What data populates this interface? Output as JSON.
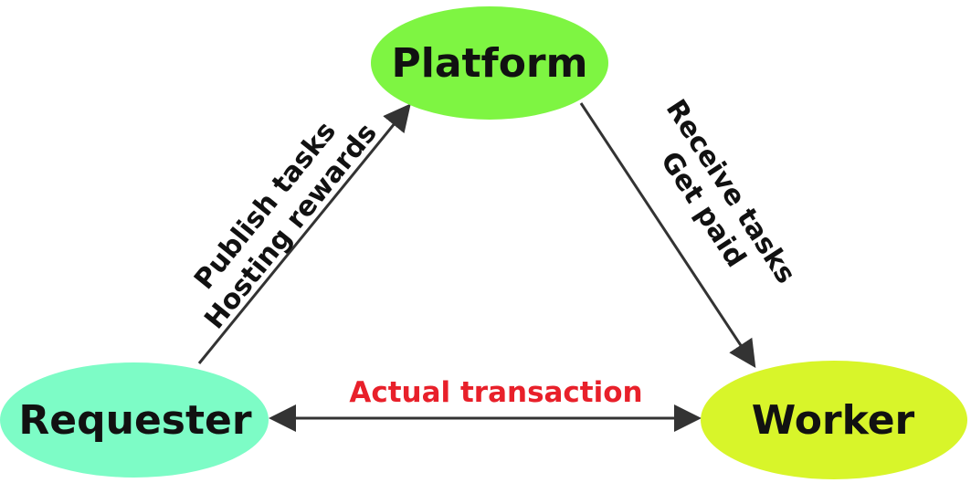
{
  "nodes": {
    "platform": {
      "label": "Platform",
      "color": "#7ef542"
    },
    "requester": {
      "label": "Requester",
      "color": "#7dfcc6"
    },
    "worker": {
      "label": "Worker",
      "color": "#d8f52a"
    }
  },
  "edges": {
    "requester_to_platform": {
      "line1": "Publish tasks",
      "line2": "Hosting rewards"
    },
    "platform_to_worker": {
      "line1": "Receive tasks",
      "line2": "Get paid"
    },
    "requester_worker": {
      "label": "Actual transaction",
      "color": "#e8202a"
    }
  },
  "colors": {
    "arrow": "#333333"
  }
}
